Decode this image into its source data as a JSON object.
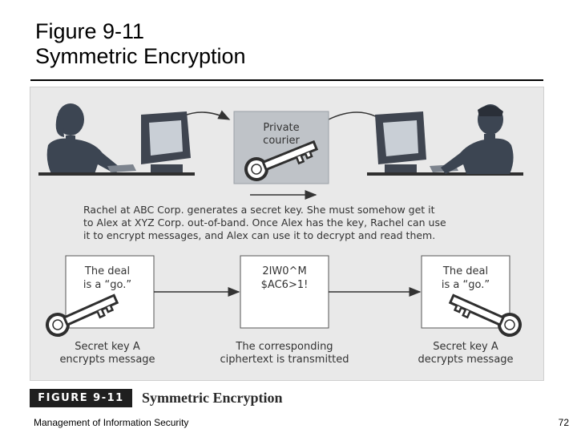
{
  "slide": {
    "title_line1": "Figure 9-11",
    "title_line2": "Symmetric Encryption",
    "footer": "Management of Information Security",
    "page_number": "72"
  },
  "figure": {
    "courier_label_line1": "Private",
    "courier_label_line2": "courier",
    "description_lines": [
      "Rachel at ABC Corp. generates a secret key. She must somehow get it",
      "to Alex at XYZ Corp. out-of-band. Once Alex has the key, Rachel can use",
      "it to encrypt messages, and Alex can use it to decrypt and read them."
    ],
    "plaintext_left": [
      "The deal",
      "is a “go.”"
    ],
    "ciphertext": [
      "2IW0^M",
      "$AC6>1!"
    ],
    "plaintext_right": [
      "The deal",
      "is a “go.”"
    ],
    "caption_left": [
      "Secret key A",
      "encrypts message"
    ],
    "caption_middle": [
      "The corresponding",
      "ciphertext is transmitted"
    ],
    "caption_right": [
      "Secret key A",
      "decrypts message"
    ],
    "figure_label": "FIGURE 9-11",
    "figure_title": "Symmetric Encryption"
  },
  "colors": {
    "panel_bg": "#e9e9e9",
    "figure_label_bg": "#1f1f1f",
    "person_color": "#3c4552",
    "courier_box": "#bfc3c8"
  },
  "icons": {
    "key": "key-icon",
    "person_left": "person-at-computer-icon",
    "person_right": "person-at-computer-icon"
  }
}
